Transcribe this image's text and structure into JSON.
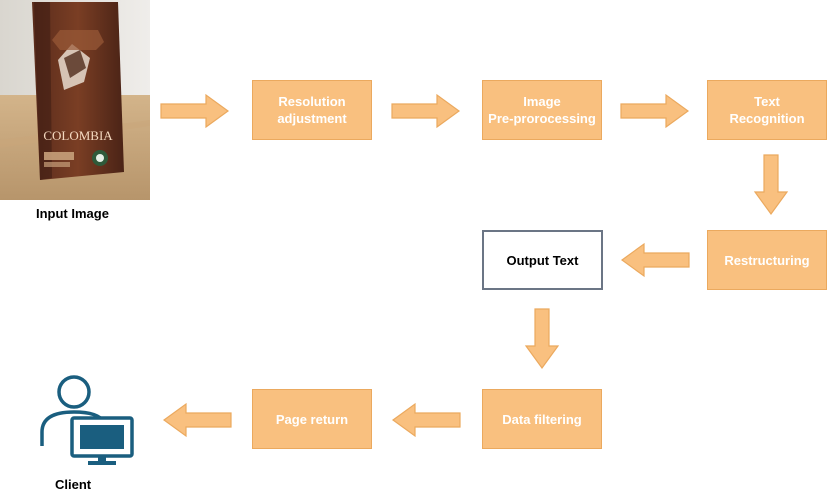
{
  "nodes": {
    "resolution": "Resolution\nadjustment",
    "preprocessing": "Image\nPre-prorocessing",
    "recognition": "Text\nRecognition",
    "restructuring": "Restructuring",
    "output": "Output Text",
    "filtering": "Data filtering",
    "page_return": "Page return"
  },
  "captions": {
    "input_image": "Input Image",
    "client": "Client"
  },
  "product_label": {
    "brand": "COLOMBIA"
  },
  "icons": {
    "client": "user-computer-icon"
  },
  "colors": {
    "box_fill": "#f9c07f",
    "box_border": "#eba95e",
    "output_border": "#6b7585",
    "client_icon": "#1a5e7f"
  }
}
